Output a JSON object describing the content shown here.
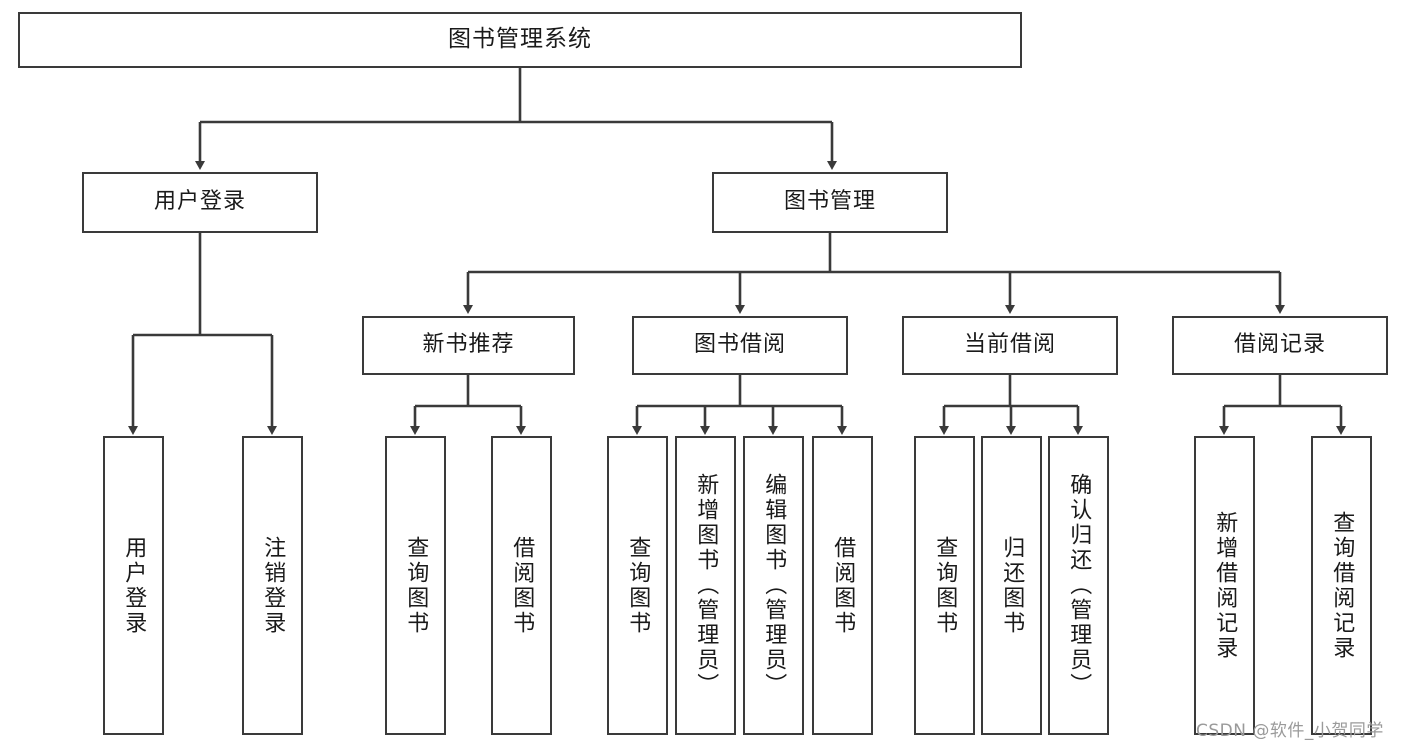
{
  "diagram": {
    "title": "图书管理系统",
    "watermark": "CSDN @软件_小贺同学",
    "stroke_color": "#3a3a3a",
    "text_color": "#1a1a1a",
    "background_color": "#ffffff",
    "nodes": {
      "root": "图书管理系统",
      "level1": [
        "用户登录",
        "图书管理"
      ],
      "level2": [
        "新书推荐",
        "图书借阅",
        "当前借阅",
        "借阅记录"
      ],
      "leaves": {
        "user_login": [
          "用户登录",
          "注销登录"
        ],
        "new_book_recommend": [
          "查询图书",
          "借阅图书"
        ],
        "book_borrow": [
          "查询图书",
          "新增图书（管理员）",
          "编辑图书（管理员）",
          "借阅图书"
        ],
        "current_borrow": [
          "查询图书",
          "归还图书",
          "确认归还（管理员）"
        ],
        "borrow_record": [
          "新增借阅记录",
          "查询借阅记录"
        ]
      }
    }
  }
}
